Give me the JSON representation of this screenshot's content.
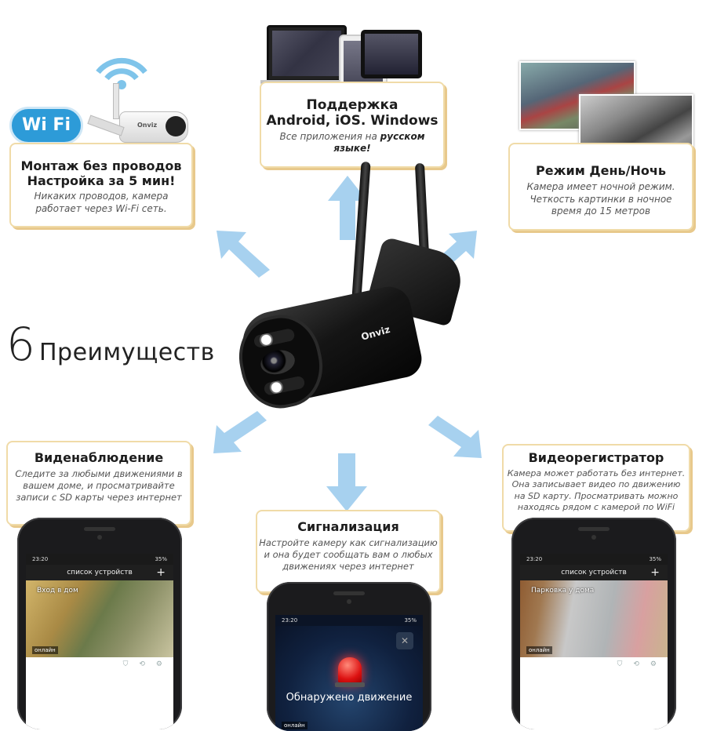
{
  "heading": {
    "number": "6",
    "text": "Преимуществ"
  },
  "cards": {
    "wireless": {
      "title1": "Монтаж без проводов",
      "title2": "Настройка за 5 мин!",
      "desc1": "Никаких проводов, камера",
      "desc2": "работает через Wi-Fi сеть."
    },
    "support": {
      "title1": "Поддержка",
      "title2": "Android, iOS. Windows",
      "desc1": "Все приложения на",
      "desc_bold": "русском",
      "desc2": "языке!"
    },
    "daynight": {
      "title": "Режим День/Ночь",
      "desc1": "Камера имеет ночной режим.",
      "desc2": "Четкость картинки в ночное",
      "desc3": "время до 15 метров"
    },
    "surveillance": {
      "title": "Виденаблюдение",
      "desc1": "Следите за любыми движениями в",
      "desc2": "вашем доме, и просматривайте",
      "desc3": "записи с SD карты через  интернет"
    },
    "alarm": {
      "title": "Сигнализация",
      "desc1": "Настройте камеру как сигнализацию",
      "desc2": "и она будет сообщать вам о любых",
      "desc3": "движениях через интернет"
    },
    "recorder": {
      "title": "Видеорегистратор",
      "desc1": "Камера может работать без интернет.",
      "desc2": "Она записывает видео по движению",
      "desc3": "на SD карту. Просматривать можно",
      "desc4": "находясь рядом с камерой по WiFi"
    }
  },
  "wifi_badge": "Wi Fi",
  "camera_brand": "Onviz",
  "phones": {
    "left": {
      "time": "23:20",
      "battery": "35%",
      "nav_title": "список устройств",
      "plus": "+",
      "feed_label": "Вход в дом",
      "status": "онлайн"
    },
    "center": {
      "time": "23:20",
      "battery": "35%",
      "alert": "Обнаружено движение",
      "status": "онлайн"
    },
    "right": {
      "time": "23:20",
      "battery": "35%",
      "nav_title": "список устройств",
      "plus": "+",
      "feed_label": "Парковка у дома",
      "status": "онлайн"
    }
  },
  "colors": {
    "card_border": "#f0dba8",
    "arrow": "#a7d1ef",
    "camera": "#1a1a1a"
  }
}
